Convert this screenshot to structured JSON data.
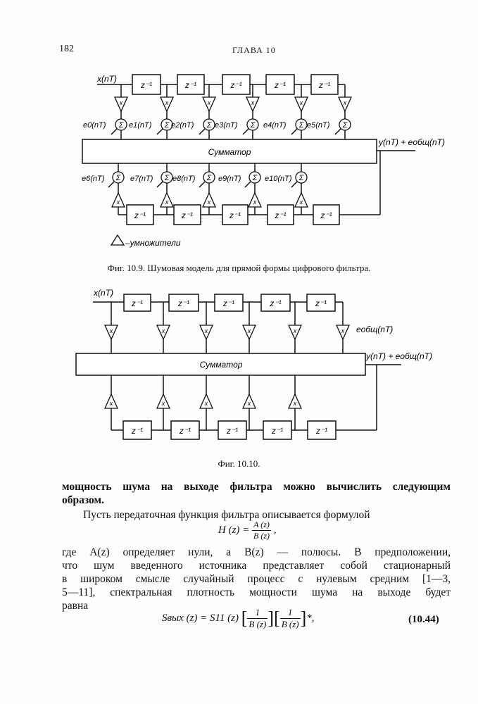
{
  "header": {
    "page_number": "182",
    "chapter": "ГЛАВА 10"
  },
  "figure1": {
    "input": "x(nT)",
    "output": "y(nT) + eобщ(nT)",
    "summator": "Сумматор",
    "delay": "z⁻¹",
    "mult": "x",
    "sigma": "Σ",
    "noise_top": [
      "e0(nT)",
      "e1(nT)",
      "e2(nT)",
      "e3(nT)",
      "e4(nT)",
      "e5(nT)"
    ],
    "noise_bottom": [
      "e6(nT)",
      "e7(nT)",
      "e8(nT)",
      "e9(nT)",
      "e10(nT)"
    ],
    "legend": "–умножители",
    "caption": "Фиг. 10.9. Шумовая модель для прямой формы цифрового фильтра."
  },
  "figure2": {
    "input": "x(nT)",
    "noise": "eобщ(nT)",
    "output": "y(nT) + eобщ(nT)",
    "summator": "Сумматор",
    "delay": "z⁻¹",
    "mult": "x",
    "caption": "Фиг. 10.10."
  },
  "body": {
    "p1_lines": [
      "мощность шума на выходе фильтра можно вычислить следующим",
      "образом."
    ],
    "p2_line": "Пусть передаточная функция фильтра описывается формулой",
    "eq1": {
      "lhs": "H (z) =",
      "num": "A (z)",
      "den": "B (z)",
      "end": ","
    },
    "p3_lines": [
      "где A(z) определяет нули, а B(z) — полюсы. В предположении,",
      "что шум введенного источника представляет собой стационарный",
      "в широком смысле случайный процесс с нулевым средним [1—3,",
      "5—11], спектральная плотность мощности шума на выходе будет",
      "равна"
    ],
    "eq2": {
      "lhs": "Sвых (z) = S11 (z)",
      "num": "1",
      "den": "B (z)",
      "end": "*,",
      "number": "(10.44)"
    }
  }
}
